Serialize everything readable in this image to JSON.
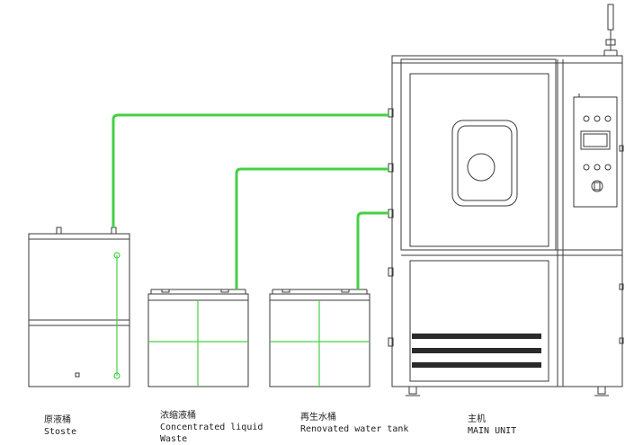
{
  "colors": {
    "line": "#3a3a3a",
    "pipe": "#46d046",
    "background": "#ffffff"
  },
  "labels": {
    "stoste": {
      "zh": "原液桶",
      "en": "Stoste"
    },
    "concentrated": {
      "zh": "浓缩液桶",
      "en_line1": "Concentrated liquid",
      "en_line2": "Waste"
    },
    "renovated": {
      "zh": "再生水桶",
      "en": "Renovated water tank"
    },
    "main_unit": {
      "zh": "主机",
      "en": "MAIN UNIT"
    }
  },
  "control_panel": {
    "icons": [
      "button-icon",
      "button-icon",
      "button-icon",
      "display-screen-icon",
      "button-icon",
      "button-icon",
      "button-icon",
      "power-switch-icon"
    ]
  }
}
